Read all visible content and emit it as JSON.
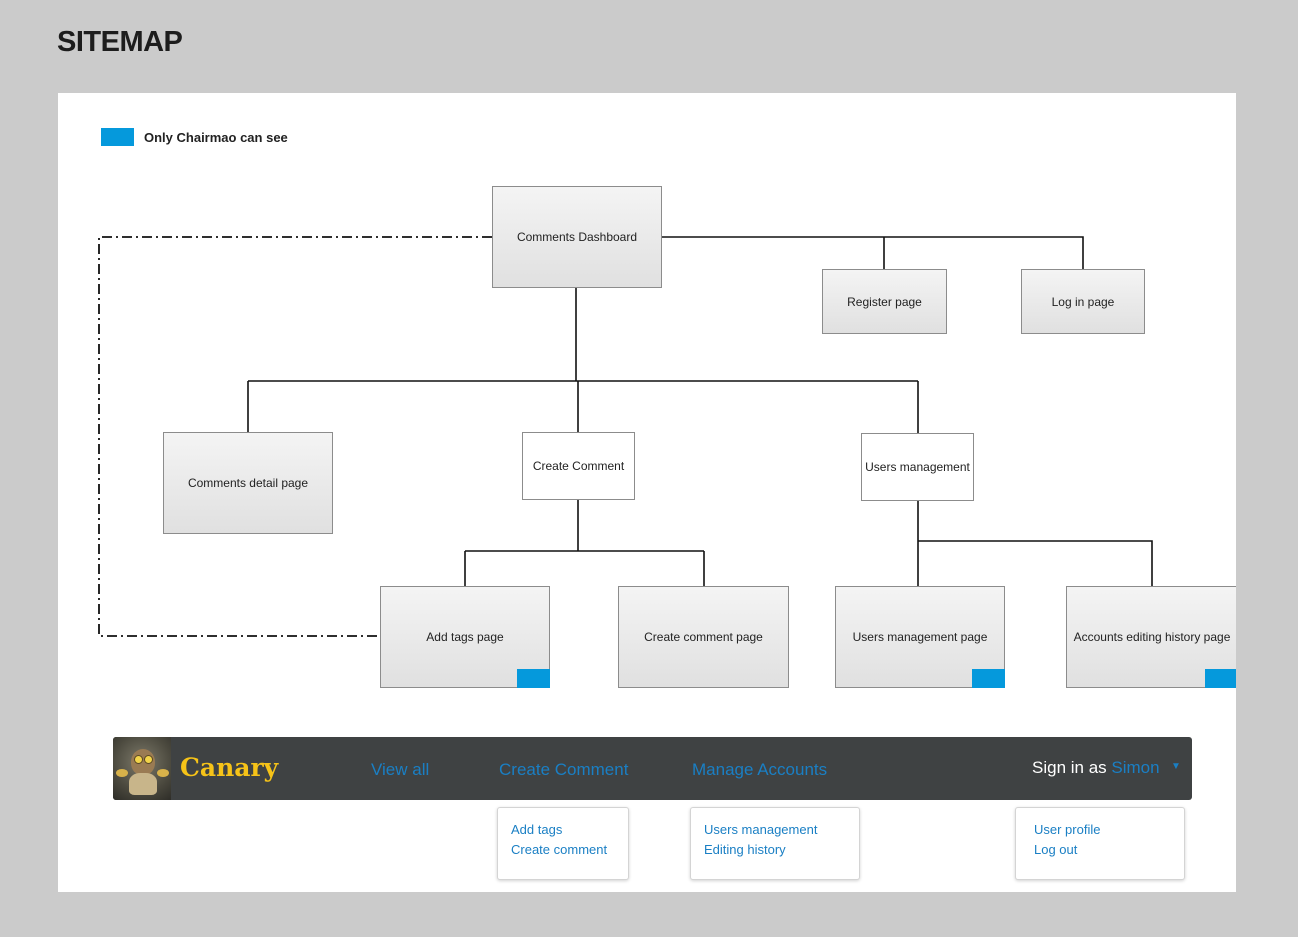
{
  "title": "SITEMAP",
  "legend": {
    "label": "Only Chairmao can see",
    "color": "#0599dc"
  },
  "nodes": {
    "dashboard": "Comments Dashboard",
    "register": "Register page",
    "login": "Log in page",
    "detail": "Comments detail page",
    "create_comment": "Create Comment",
    "users_mgmt": "Users management",
    "add_tags": "Add tags page",
    "create_comment_page": "Create comment page",
    "users_mgmt_page": "Users management page",
    "accounts_history": "Accounts editing history page"
  },
  "navbar": {
    "brand": "Canary",
    "links": [
      "View all",
      "Create Comment",
      "Manage Accounts"
    ],
    "signin_prefix": "Sign in as ",
    "signin_user": "Simon",
    "caret_icon": "caret-down-icon"
  },
  "menus": {
    "create": [
      "Add tags",
      "Create comment"
    ],
    "manage": [
      "Users management",
      "Editing history"
    ],
    "user": [
      "User profile",
      "Log out"
    ]
  },
  "colors": {
    "accent": "#0599dc",
    "link": "#1a7fc4",
    "brand": "#f6c318",
    "navbar": "#3f4243"
  }
}
